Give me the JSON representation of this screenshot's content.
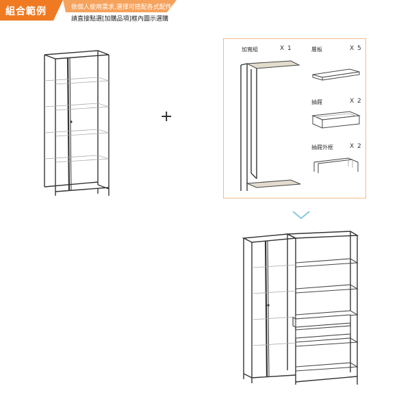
{
  "header": {
    "title": "組合範例",
    "subtitle": "依個人使用需求,選擇可搭配各式配件",
    "instruction": "請直接點選[加購品項]框內圖示選購"
  },
  "operator": {
    "plus": "+"
  },
  "parts": [
    {
      "label": "加寬組",
      "qty": "X 1"
    },
    {
      "label": "層板",
      "qty": "X 5"
    },
    {
      "label": "抽屜",
      "qty": "X 2"
    },
    {
      "label": "抽屜外框",
      "qty": "X 2"
    }
  ],
  "colors": {
    "accent": "#f07a22",
    "box_border": "#f2b98a",
    "chevron": "#7ecbd6",
    "wood": "#e2dccd"
  },
  "icons": {
    "result": "chevron-down-icon"
  }
}
